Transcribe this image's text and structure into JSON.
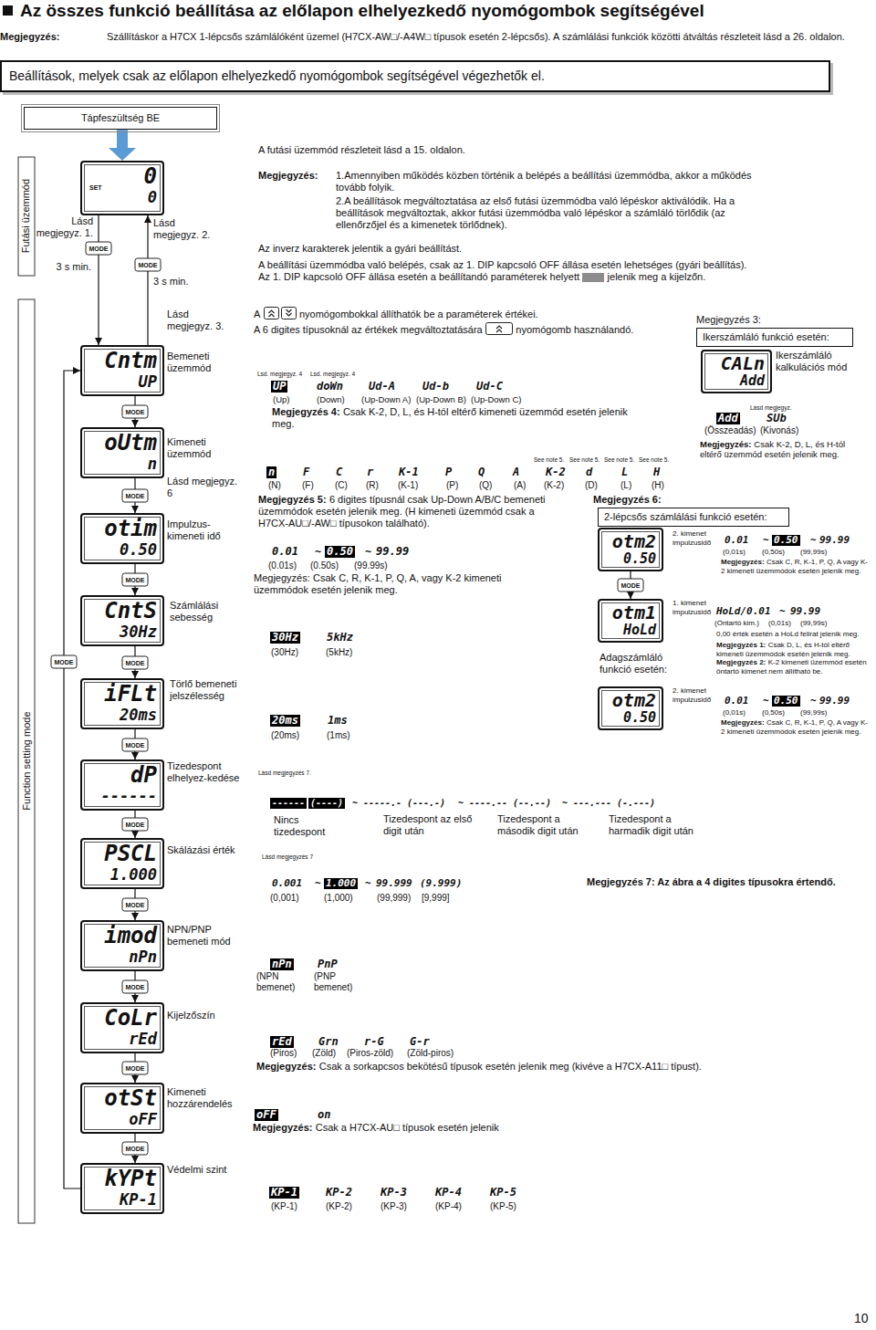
{
  "diagram": {
    "title": "Az összes funkció beállítása az előlapon elhelyezkedő nyomógombok segítségével",
    "nodes": [
      {
        "text": [
          "Beállítások, melyek csak az előlapon elhelyezkedő nyomógombok segítségével végezhetők el."
        ]
      },
      {
        "text": [
          "Tápfeszültség BE"
        ]
      },
      {
        "text": [
          "0",
          "SET",
          "0"
        ]
      },
      {
        "text": [
          "Cntm",
          "UP"
        ]
      },
      {
        "text": [
          "oUtm",
          "n"
        ]
      },
      {
        "text": [
          "otim",
          "0.50"
        ]
      },
      {
        "text": [
          "CntS",
          "30Hz"
        ]
      },
      {
        "text": [
          "iFLt",
          "20ms"
        ]
      },
      {
        "text": [
          "dP",
          "------"
        ]
      },
      {
        "text": [
          "PSCL",
          "1.000"
        ]
      },
      {
        "text": [
          "imod",
          "nPn"
        ]
      },
      {
        "text": [
          "CoLr",
          "rEd"
        ]
      },
      {
        "text": [
          "otSt",
          "oFF"
        ]
      },
      {
        "text": [
          "kYPt",
          "KP-1"
        ]
      },
      {
        "text": [
          "Ikerszámláló funkció esetén:"
        ]
      },
      {
        "text": [
          "CALn",
          "Add"
        ]
      },
      {
        "text": [
          "2-lépcsős számlálási funkció esetén:"
        ]
      },
      {
        "text": [
          "otm2",
          "0.50"
        ]
      },
      {
        "text": [
          "otm1",
          "HoLd"
        ]
      },
      {
        "text": [
          "otm2",
          "0.50"
        ]
      }
    ],
    "edges": [
      {
        "from": 1,
        "to": 2,
        "arrow": "to"
      },
      {
        "from": 2,
        "to": 3,
        "arrow": "to",
        "label": "MODE"
      },
      {
        "from": 3,
        "to": 2,
        "arrow": "to",
        "label": "MODE"
      },
      {
        "from": 3,
        "to": 4,
        "arrow": "to",
        "label": "MODE"
      },
      {
        "from": 4,
        "to": 5,
        "arrow": "to",
        "label": "MODE"
      },
      {
        "from": 5,
        "to": 6,
        "arrow": "to",
        "label": "MODE"
      },
      {
        "from": 6,
        "to": 7,
        "arrow": "to",
        "label": "MODE"
      },
      {
        "from": 7,
        "to": 8,
        "arrow": "to",
        "label": "MODE"
      },
      {
        "from": 8,
        "to": 9,
        "arrow": "to",
        "label": "MODE"
      },
      {
        "from": 9,
        "to": 10,
        "arrow": "to",
        "label": "MODE"
      },
      {
        "from": 10,
        "to": 11,
        "arrow": "to",
        "label": "MODE"
      },
      {
        "from": 11,
        "to": 12,
        "arrow": "to",
        "label": "MODE"
      },
      {
        "from": 12,
        "to": 13,
        "arrow": "to",
        "label": "MODE"
      },
      {
        "from": 13,
        "to": 3,
        "arrow": "to",
        "label": "MODE"
      },
      {
        "from": 17,
        "to": 18,
        "arrow": "to",
        "label": "MODE"
      }
    ],
    "labels": [
      "Megjegyzés:",
      "Szállításkor a H7CX 1-lépcsős számlálóként üzemel (H7CX-AW□/-A4W□ típusok esetén 2-lépcsős). A számlálási funkciók közötti átváltás részleteit lásd a 26. oldalon.",
      "A futási üzemmód részleteit lásd a 15. oldalon.",
      "Megjegyzés:",
      "1.Amennyiben működés közben történik a belépés a beállítási üzemmódba, akkor a működés tovább folyik.",
      "2.A beállítások megváltoztatása az első futási üzemmódba való lépéskor aktiválódik. Ha a beállítások megváltoztak, akkor futási üzemmódba való lépéskor a számláló törlődik (az ellenőrzőjel és a kimenetek törlődnek).",
      "Az inverz karakterek jelentik a gyári beállítást.",
      "A beállítási üzemmódba való belépés, csak az 1. DIP kapcsoló OFF állása esetén lehetséges (gyári beállítás). Az 1. DIP kapcsoló OFF állása esetén a beállítandó paraméterek helyett",
      "jelenik meg a kijelzőn.",
      "Futási üzemmód",
      "Function setting mode",
      "Lásd megjegyz. 1.",
      "3 s min.",
      "Lásd megjegyz. 2.",
      "3 s min.",
      "Lásd megjegyz. 3.",
      "Bemeneti üzemmód",
      "Kimeneti üzemmód",
      "Lásd megjegyz. 6",
      "Impulzus-kimeneti idő",
      "Számlálási sebesség",
      "Törlő bemeneti jelszélesség",
      "Tizedespont elhelyez-kedése",
      "Skálázási érték",
      "NPN/PNP bemeneti mód",
      "Kijelzőszín",
      "Kimeneti hozzárendelés",
      "Védelmi szint",
      "A",
      "nyomógombokkal állíthatók be a paraméterek értékei.",
      "A 6 digites típusoknál az értékek megváltoztatására",
      "nyomógomb használandó.",
      "Lsd. megjegyz. 4",
      "Lsd. megjegyz. 4",
      "UP",
      "doWn",
      "Ud-A",
      "Ud-b",
      "Ud-C",
      "(Up)",
      "(Down)",
      "(Up-Down A)",
      "(Up-Down B)",
      "(Up-Down C)",
      "Megjegyzés 4:",
      "Csak K-2, D, L, és H-tól eltérő kimeneti üzemmód esetén jelenik meg.",
      "See note 5.",
      "See note 5.",
      "See note 5.",
      "See note 5.",
      "n",
      "F",
      "C",
      "r",
      "K-1",
      "P",
      "Q",
      "A",
      "K-2",
      "d",
      "L",
      "H",
      "(N)",
      "(F)",
      "(C)",
      "(R)",
      "(K-1)",
      "(P)",
      "(Q)",
      "(A)",
      "(K-2)",
      "(D)",
      "(L)",
      "(H)",
      "Megjegyzés 5:",
      "6 digites típusnál csak Up-Down A/B/C bemeneti üzemmódok esetén jelenik meg. (H kimeneti üzemmód csak a H7CX-AU□/-AW□ típusokon található).",
      "0.01",
      "~",
      "0.50",
      "~",
      "99.99",
      "(0.01s)",
      "(0.50s)",
      "(99.99s)",
      "Megjegyzés:",
      "Csak C, R, K-1, P, Q, A, vagy K-2 kimeneti üzemmódok esetén jelenik meg.",
      "30Hz",
      "5kHz",
      "(30Hz)",
      "(5kHz)",
      "20ms",
      "1ms",
      "(20ms)",
      "(1ms)",
      "Lásd megjegyzés 7.",
      "------",
      "(----)",
      "~",
      "-----.-",
      "(---.-)",
      "~",
      "----.--",
      "(--.--)",
      "~",
      "---.---",
      "(-.---)",
      "Nincs tizedespont",
      "Tizedespont az első digit után",
      "Tizedespont a második digit után",
      "Tizedespont a harmadik digit után",
      "Lásd megjegyzés 7",
      "0.001",
      "~",
      "1.000",
      "~",
      "99.999",
      "(9.999)",
      "(0,001)",
      "(1,000)",
      "(99,999)",
      "[9,999]",
      "Megjegyzés 7: Az ábra a 4 digites típusokra értendő.",
      "nPn",
      "PnP",
      "(NPN bemenet)",
      "(PNP bemenet)",
      "rEd",
      "Grn",
      "r-G",
      "G-r",
      "(Piros)",
      "(Zöld)",
      "(Piros-zöld)",
      "(Zöld-piros)",
      "Megjegyzés:",
      "Csak a sorkapcsos bekötésű típusok esetén jelenik meg (kivéve a H7CX-A11□ típust).",
      "oFF",
      "on",
      "Megjegyzés:",
      "Csak a H7CX-AU□ típusok esetén jelenik",
      "KP-1",
      "KP-2",
      "KP-3",
      "KP-4",
      "KP-5",
      "(KP-1)",
      "(KP-2)",
      "(KP-3)",
      "(KP-4)",
      "(KP-5)",
      "Megjegyzés 3:",
      "Ikerszámláló kalkulációs mód",
      "Lásd megjegyz.",
      "Add",
      "SUb",
      "(Összeadás)",
      "(Kivonás)",
      "Megjegyzés:",
      "Csak K-2, D, L, és H-tól eltérő üzemmód esetén jelenik meg.",
      "Megjegyzés 6:",
      "2. kimenet impulzusidő",
      "0.01",
      "~",
      "0.50",
      "~",
      "99.99",
      "(0,01s)",
      "(0,50s)",
      "(99,99s)",
      "Megjegyzés:",
      "Csak C, R, K-1, P, Q, A vagy K-2 kimeneti üzemmódok esetén jelenik meg.",
      "1. kimenet impulzusidő",
      "HoLd/0.01",
      "~",
      "99.99",
      "(Öntartó kim.)",
      "(0,01s)",
      "(99,99s)",
      "0,00 érték esetén a HoLd felirat jelenik meg.",
      "Megjegyzés 1:",
      "Csak D, L, és H-tól eltérő kimeneti üzemmódok esetén jelenik meg.",
      "Megjegyzés 2:",
      "K-2 kimeneti üzemmód esetén öntartó kimenet nem állítható be.",
      "Adagszámláló funkció esetén:",
      "2. kimenet impulzusidő",
      "0.01",
      "~",
      "0.50",
      "~",
      "99.99",
      "(0,01s)",
      "(0,50s)",
      "(99,99s)",
      "Megjegyzés:",
      "Csak C, R, K-1, P, Q, A vagy K-2 kimeneti üzemmódok esetén jelenik meg.",
      "10"
    ]
  }
}
